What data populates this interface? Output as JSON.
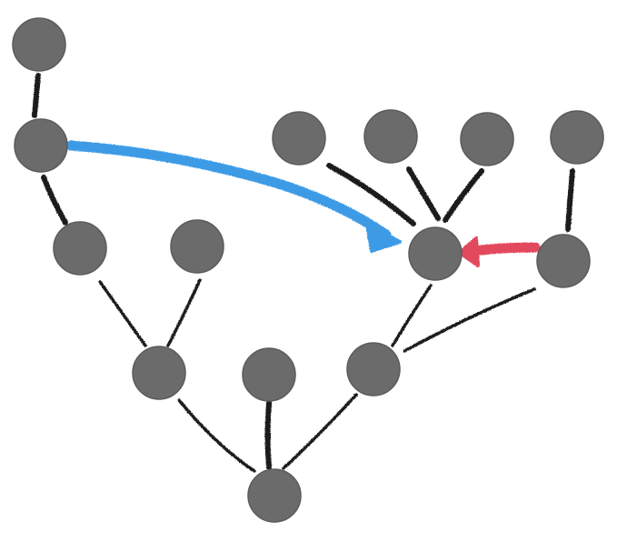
{
  "colors": {
    "background": "#ffffff",
    "node": "#6b6b6b",
    "edge": "#1e1e1e",
    "arrow_blue": "#3d9be6",
    "arrow_red": "#e34a5d"
  },
  "nodes": [
    {
      "id": "n1"
    },
    {
      "id": "n2"
    },
    {
      "id": "n3"
    },
    {
      "id": "n4"
    },
    {
      "id": "n5"
    },
    {
      "id": "n6"
    },
    {
      "id": "n7"
    },
    {
      "id": "n8"
    },
    {
      "id": "n9"
    },
    {
      "id": "n10"
    },
    {
      "id": "n11"
    },
    {
      "id": "n12"
    },
    {
      "id": "n13"
    },
    {
      "id": "n14"
    },
    {
      "id": "n15"
    }
  ],
  "edges": [
    {
      "from": "n1",
      "to": "n2"
    },
    {
      "from": "n2",
      "to": "n3"
    },
    {
      "from": "n3",
      "to": "n5"
    },
    {
      "from": "n4",
      "to": "n5"
    },
    {
      "from": "n5",
      "to": "n15"
    },
    {
      "from": "n6",
      "to": "n15"
    },
    {
      "from": "n7",
      "to": "n15"
    },
    {
      "from": "n7",
      "to": "n11"
    },
    {
      "from": "n7",
      "to": "n14"
    },
    {
      "from": "n8",
      "to": "n11"
    },
    {
      "from": "n9",
      "to": "n11"
    },
    {
      "from": "n10",
      "to": "n11"
    },
    {
      "from": "n12",
      "to": "n14"
    }
  ],
  "arrows": [
    {
      "from": "n2",
      "to": "n11",
      "color": "blue"
    },
    {
      "from": "n14",
      "to": "n11",
      "color": "red"
    }
  ]
}
